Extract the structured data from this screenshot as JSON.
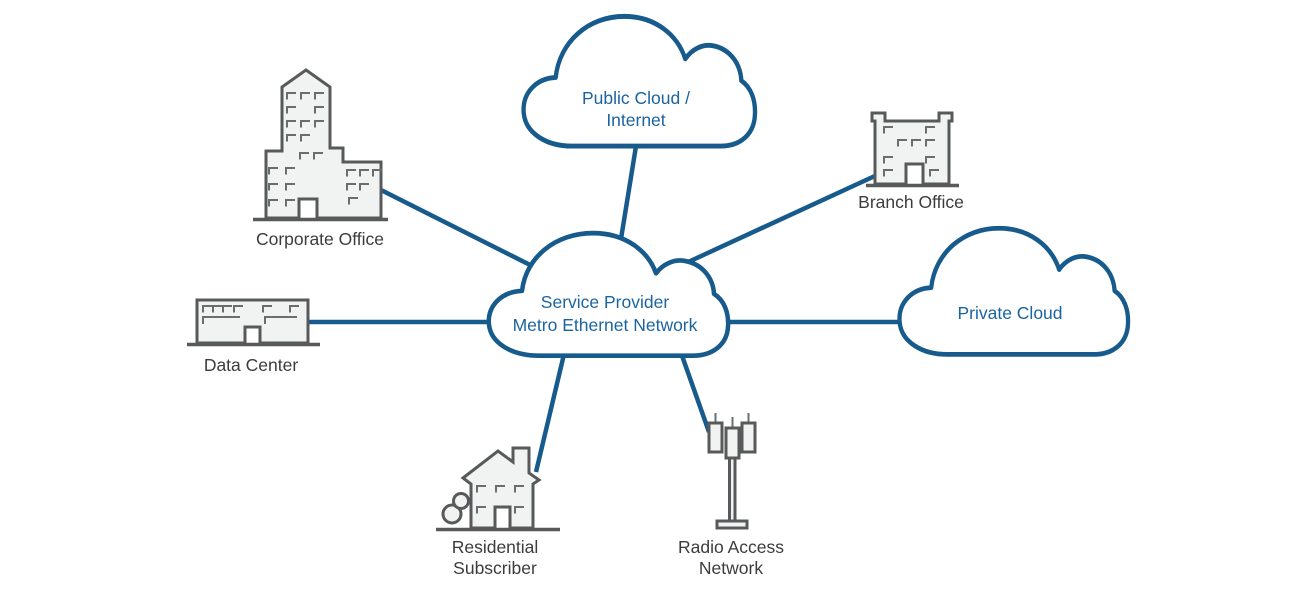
{
  "diagram": {
    "nodes": {
      "metro": {
        "type": "cloud",
        "label_line1": "Service Provider",
        "label_line2": "Metro Ethernet Network"
      },
      "public_cloud": {
        "type": "cloud",
        "label_line1": "Public Cloud /",
        "label_line2": "Internet"
      },
      "private_cloud": {
        "type": "cloud",
        "label": "Private Cloud"
      },
      "corporate": {
        "type": "office-building",
        "label": "Corporate Office"
      },
      "branch": {
        "type": "office-building",
        "label": "Branch Office"
      },
      "datacenter": {
        "type": "low-building",
        "label": "Data Center"
      },
      "residential": {
        "type": "house",
        "label_line1": "Residential",
        "label_line2": "Subscriber"
      },
      "radio": {
        "type": "cell-tower",
        "label_line1": "Radio Access",
        "label_line2": "Network"
      }
    },
    "edges": [
      {
        "from": "metro-ethernet-network",
        "to": "public-cloud-internet"
      },
      {
        "from": "metro-ethernet-network",
        "to": "corporate-office"
      },
      {
        "from": "metro-ethernet-network",
        "to": "branch-office"
      },
      {
        "from": "metro-ethernet-network",
        "to": "private-cloud"
      },
      {
        "from": "metro-ethernet-network",
        "to": "data-center"
      },
      {
        "from": "metro-ethernet-network",
        "to": "residential-subscriber"
      },
      {
        "from": "metro-ethernet-network",
        "to": "radio-access-network"
      }
    ],
    "colors": {
      "edge_line": "#175a8c",
      "cloud_outline": "#175a8c",
      "cloud_text": "#1b64a0",
      "icon_outline": "#58595b",
      "icon_fill": "#f1f2f2",
      "label_text": "#3c3c3c",
      "background": "#ffffff"
    }
  }
}
